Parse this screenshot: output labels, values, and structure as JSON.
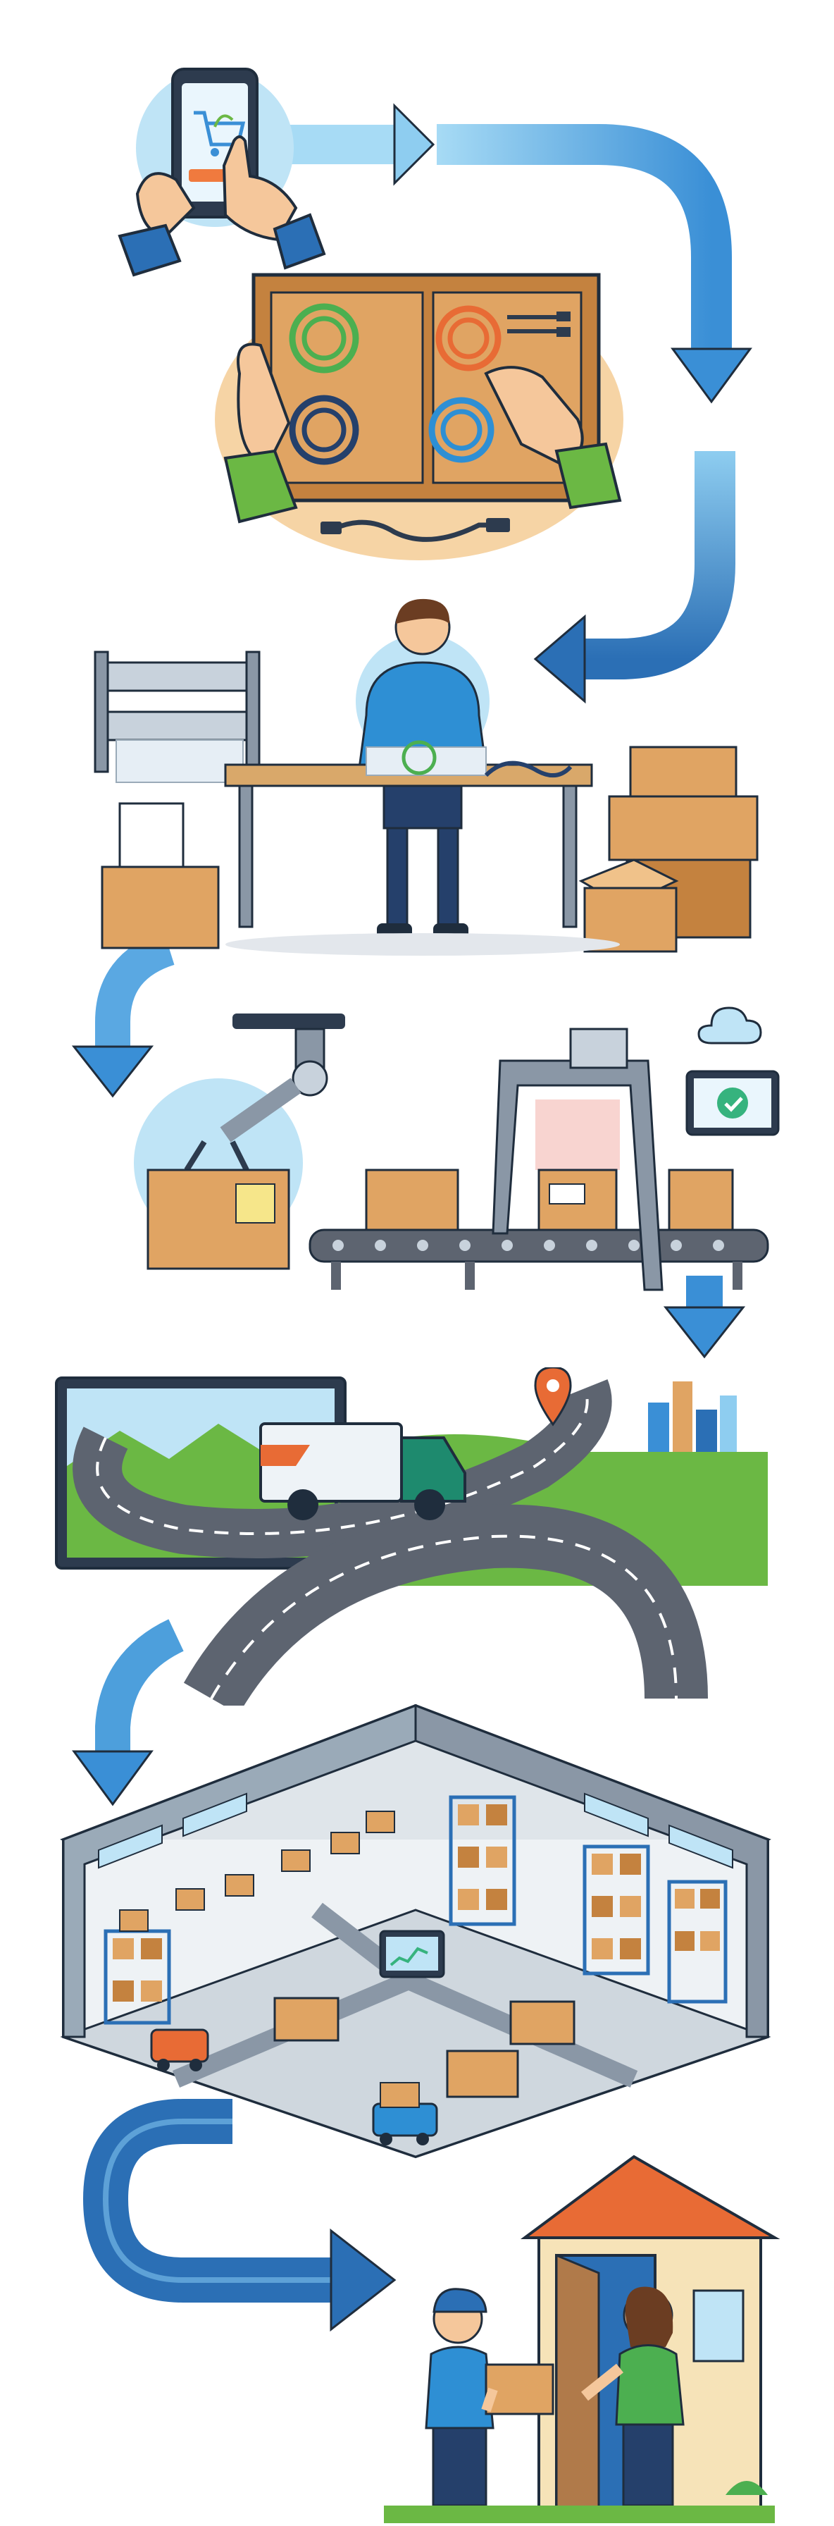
{
  "diagram": {
    "title": "",
    "stages": [
      {
        "id": "order",
        "label": "",
        "icon": "smartphone-shopping-cart-icon"
      },
      {
        "id": "select-cables",
        "label": "",
        "icon": "cable-tray-icon"
      },
      {
        "id": "packing",
        "label": "",
        "icon": "packing-worker-icon"
      },
      {
        "id": "labeling-scanning",
        "label": "",
        "icon": "robot-arm-scanner-icon"
      },
      {
        "id": "transport",
        "label": "",
        "icon": "delivery-truck-icon"
      },
      {
        "id": "warehouse",
        "label": "",
        "icon": "warehouse-icon"
      },
      {
        "id": "delivery",
        "label": "",
        "icon": "courier-house-icon"
      }
    ],
    "colors": {
      "arrow_light": "#8ecdf0",
      "arrow_mid": "#3a8fd6",
      "arrow_dark": "#2b6fb5",
      "cardboard": "#e0a463",
      "cardboard_dark": "#c4823f",
      "outline": "#1f2d3d",
      "grass": "#6bb844",
      "sky": "#bfe4f6",
      "road": "#5d6470",
      "check_green": "#36b37e"
    }
  }
}
